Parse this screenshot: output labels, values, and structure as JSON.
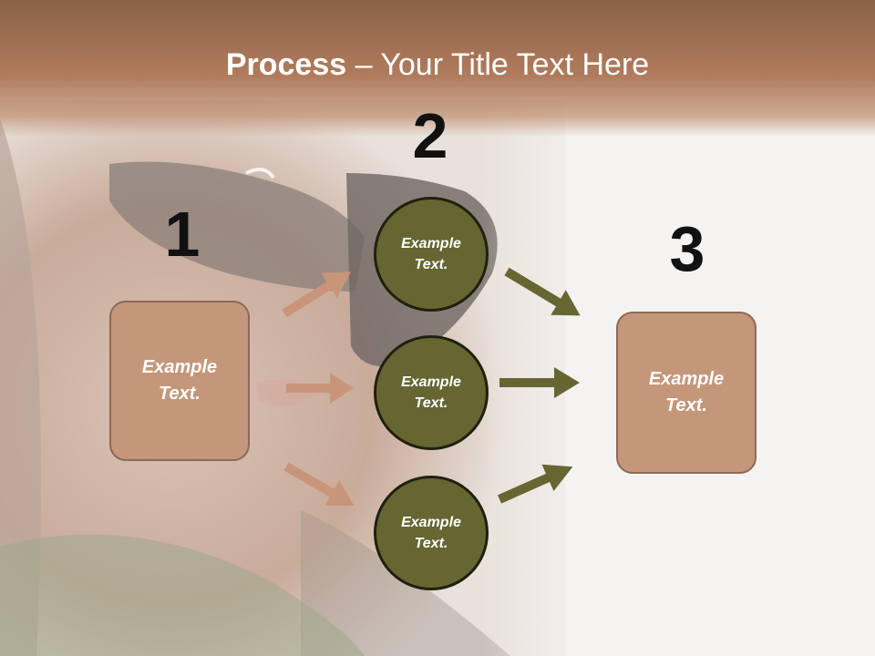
{
  "title": {
    "bold": "Process",
    "rest": " – Your Title Text Here"
  },
  "steps": {
    "one": "1",
    "two": "2",
    "three": "3"
  },
  "left_box": {
    "text": "Example Text."
  },
  "right_box": {
    "text": "Example Text."
  },
  "circles": [
    {
      "text": "Example Text."
    },
    {
      "text": "Example Text."
    },
    {
      "text": "Example Text."
    }
  ],
  "colors": {
    "header": "#b07b5c",
    "box_fill": "#c4967a",
    "circle_fill": "#666632",
    "arrow_left": "#c8957a",
    "arrow_right": "#666632"
  }
}
